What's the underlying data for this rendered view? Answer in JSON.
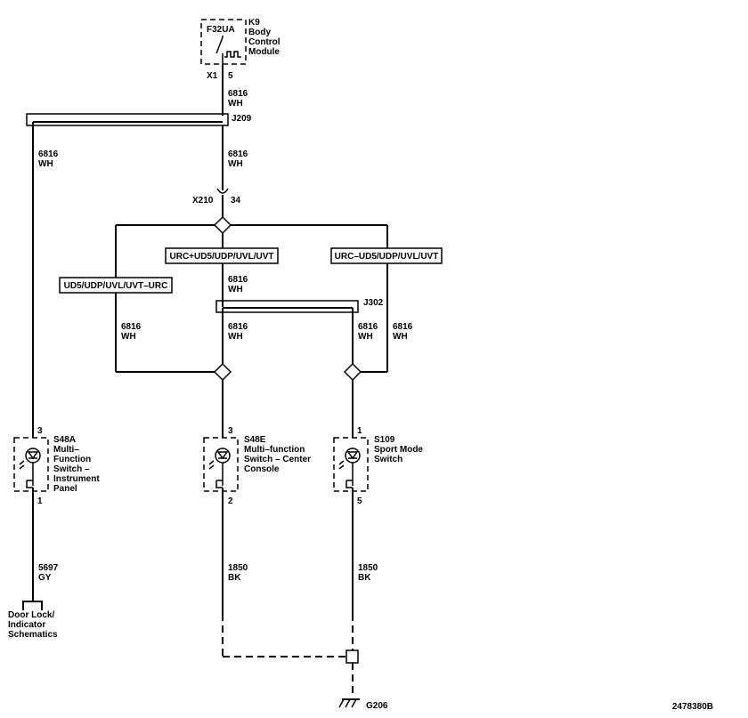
{
  "module": {
    "fuse": "F32UA",
    "name_lines": [
      "K9",
      "Body",
      "Control",
      "Module"
    ],
    "connector": "X1",
    "pin": "5"
  },
  "wires": {
    "w_top": {
      "circuit": "6816",
      "color": "WH"
    },
    "w_left": {
      "circuit": "6816",
      "color": "WH"
    },
    "w_mid_upper": {
      "circuit": "6816",
      "color": "WH"
    },
    "w_center_after_label": {
      "circuit": "6816",
      "color": "WH"
    },
    "w_left_branch": {
      "circuit": "6816",
      "color": "WH"
    },
    "w_center_lower": {
      "circuit": "6816",
      "color": "WH"
    },
    "w_right_inner": {
      "circuit": "6816",
      "color": "WH"
    },
    "w_right_outer": {
      "circuit": "6816",
      "color": "WH"
    },
    "w_s48a_out": {
      "circuit": "5697",
      "color": "GY"
    },
    "w_s48e_out": {
      "circuit": "1850",
      "color": "BK"
    },
    "w_s109_out": {
      "circuit": "1850",
      "color": "BK"
    }
  },
  "splices": {
    "j209": "J209",
    "j302": "J302"
  },
  "inline_connector": {
    "name": "X210",
    "pin": "34"
  },
  "options": {
    "center": "URC+UD5/UDP/UVL/UVT",
    "right": "URC–UD5/UDP/UVL/UVT",
    "left": "UD5/UDP/UVL/UVT–URC"
  },
  "switches": {
    "s48a": {
      "pin_in": "3",
      "pin_out": "1",
      "lines": [
        "S48A",
        "Multi–",
        "Function",
        "Switch –",
        "Instrument",
        "Panel"
      ]
    },
    "s48e": {
      "pin_in": "3",
      "pin_out": "2",
      "lines": [
        "S48E",
        "Multi–function",
        "Switch – Center",
        "Console"
      ]
    },
    "s109": {
      "pin_in": "1",
      "pin_out": "5",
      "lines": [
        "S109",
        "Sport Mode",
        "Switch"
      ]
    }
  },
  "reference": {
    "lines": [
      "Door Lock/",
      "Indicator",
      "Schematics"
    ]
  },
  "ground": "G206",
  "figure_id": "2478380B"
}
